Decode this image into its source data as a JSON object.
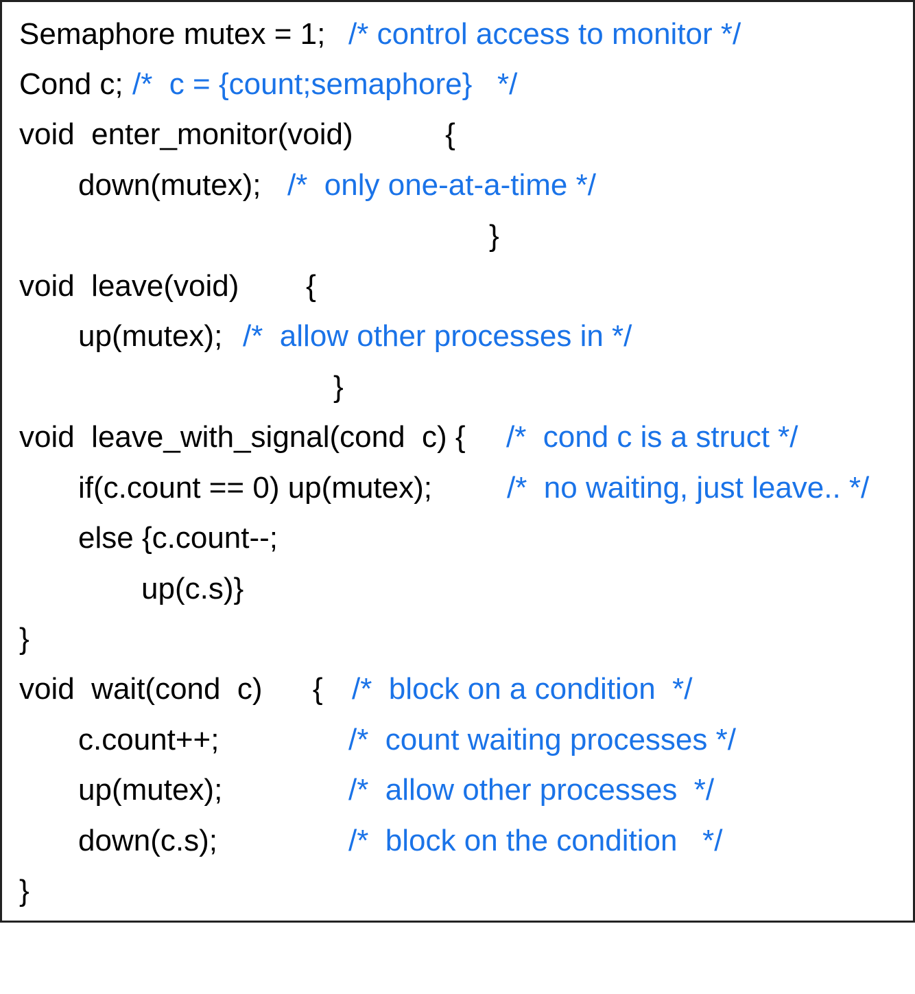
{
  "colors": {
    "code": "#000000",
    "comment": "#1a73e8",
    "border": "#222222",
    "background": "#ffffff"
  },
  "lines": [
    {
      "code": "Semaphore mutex = 1;",
      "comment": "/* control access to monitor */"
    },
    {
      "code": "Cond c;",
      "comment": "/*  c = {count;semaphore}   */"
    },
    {
      "code": "void  enter_monitor(void)           {",
      "comment": ""
    },
    {
      "code": "down(mutex);",
      "comment": "/*  only one-at-a-time */"
    },
    {
      "code": "}",
      "comment": ""
    },
    {
      "code": "void  leave(void)        {",
      "comment": ""
    },
    {
      "code": "up(mutex);",
      "comment": "/*  allow other processes in */"
    },
    {
      "code": "}",
      "comment": ""
    },
    {
      "code": "void  leave_with_signal(cond  c) {",
      "comment": "/*  cond c is a struct */"
    },
    {
      "code": "if(c.count == 0) up(mutex);",
      "comment": "/*  no waiting, just leave.. */"
    },
    {
      "code": "else {c.count--;",
      "comment": ""
    },
    {
      "code": "up(c.s)}",
      "comment": ""
    },
    {
      "code": "}",
      "comment": ""
    },
    {
      "code": "void  wait(cond  c)      {",
      "comment": "/*  block on a condition  */"
    },
    {
      "code": "c.count++;",
      "comment": "/*  count waiting processes */"
    },
    {
      "code": "up(mutex);",
      "comment": "/*  allow other processes  */"
    },
    {
      "code": "down(c.s);",
      "comment": "/*  block on the condition   */"
    },
    {
      "code": "}",
      "comment": ""
    }
  ]
}
